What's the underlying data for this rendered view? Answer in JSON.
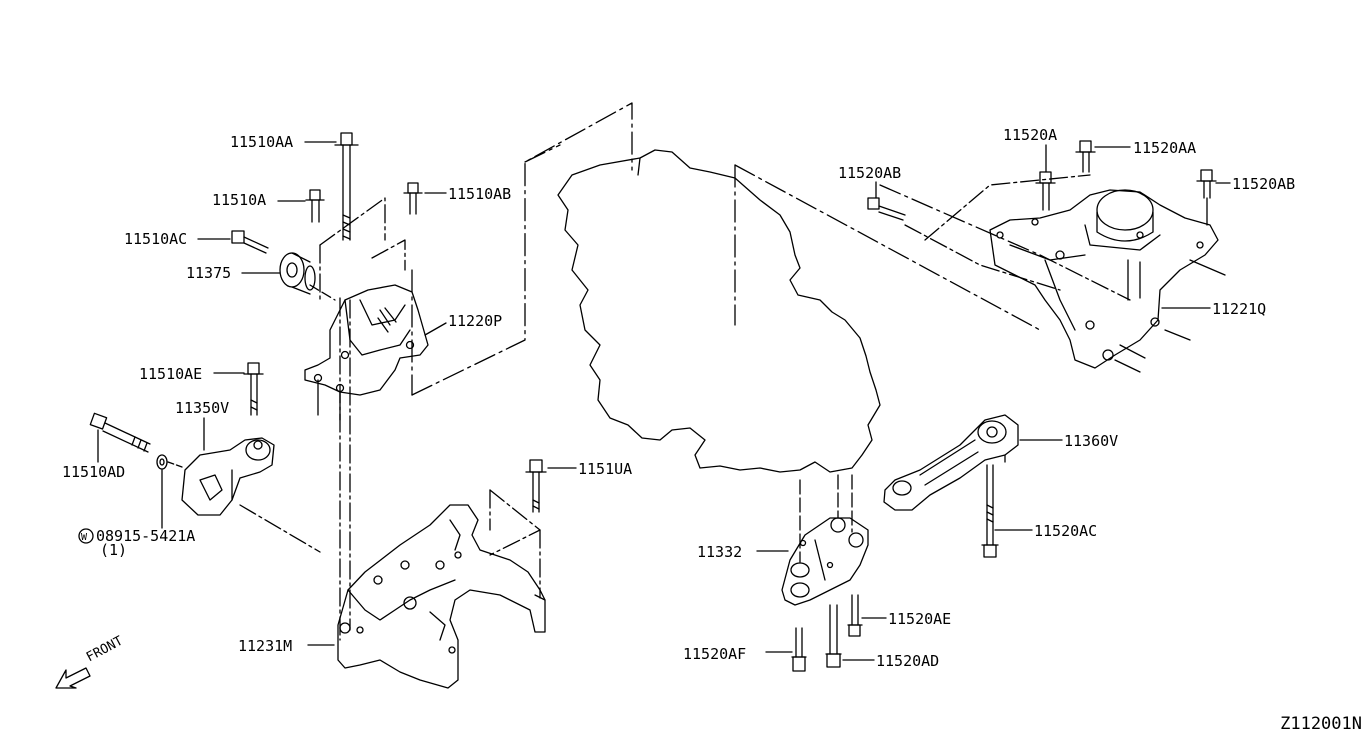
{
  "diagram": {
    "figure_code": "Z112001N",
    "direction_label": "FRONT",
    "callouts": {
      "p11510AA": "11510AA",
      "p11510A": "11510A",
      "p11510AB": "11510AB",
      "p11510AC": "11510AC",
      "p11375": "11375",
      "p11220P": "11220P",
      "p11510AE": "11510AE",
      "p11350V": "11350V",
      "p11510AD": "11510AD",
      "p08915": "08915-5421A",
      "p08915_qty": "(1)",
      "p08915_prefix": "W",
      "p1151UA": "1151UA",
      "p11231M": "11231M",
      "p11520A": "11520A",
      "p11520AA": "11520AA",
      "p11520AB_left": "11520AB",
      "p11520AB_right": "11520AB",
      "p11221Q": "11221Q",
      "p11360V": "11360V",
      "p11520AC": "11520AC",
      "p11332": "11332",
      "p11520AE": "11520AE",
      "p11520AF": "11520AF",
      "p11520AD": "11520AD"
    }
  }
}
